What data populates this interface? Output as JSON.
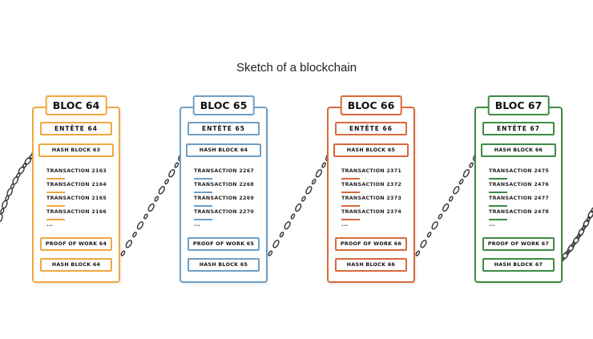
{
  "title": "Sketch of a blockchain",
  "blocks": [
    {
      "name": "BLOC 64",
      "color": "#f0a840",
      "header": "ENTÊTE 64",
      "prev_hash": "HASH BLOCK 63",
      "transactions": [
        "TRANSACTION 2163",
        "TRANSACTION 2164",
        "TRANSACTION 2165",
        "TRANSACTION 2166"
      ],
      "ellipsis": "...",
      "proof_of_work": "PROOF OF WORK 64",
      "hash": "HASH BLOCK 64"
    },
    {
      "name": "BLOC 65",
      "color": "#6e9fc6",
      "header": "ENTÊTE 65",
      "prev_hash": "HASH BLOCK 64",
      "transactions": [
        "TRANSACTION 2267",
        "TRANSACTION 2268",
        "TRANSACTION 2269",
        "TRANSACTION 2270"
      ],
      "ellipsis": "...",
      "proof_of_work": "PROOF OF WORK 65",
      "hash": "HASH BLOCK 65"
    },
    {
      "name": "BLOC 66",
      "color": "#d86a3a",
      "header": "ENTÊTE 66",
      "prev_hash": "HASH BLOCK 65",
      "transactions": [
        "TRANSACTION 2371",
        "TRANSACTION 2372",
        "TRANSACTION 2373",
        "TRANSACTION 2374"
      ],
      "ellipsis": "...",
      "proof_of_work": "PROOF OF WORK 66",
      "hash": "HASH BLOCK 66"
    },
    {
      "name": "BLOC 67",
      "color": "#3e8a45",
      "header": "ENTÊTE 67",
      "prev_hash": "HASH BLOCK 66",
      "transactions": [
        "TRANSACTION 2475",
        "TRANSACTION 2476",
        "TRANSACTION 2477",
        "TRANSACTION 2478"
      ],
      "ellipsis": "...",
      "proof_of_work": "PROOF OF WORK 67",
      "hash": "HASH BLOCK 67"
    }
  ],
  "chain_color": "#333333"
}
